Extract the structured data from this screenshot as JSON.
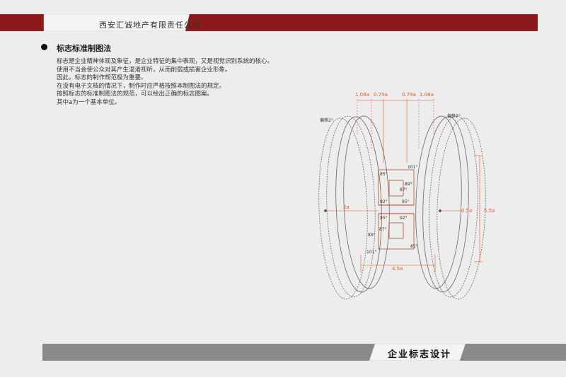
{
  "header": {
    "company": "西安汇诚地产有限责任公司"
  },
  "section": {
    "title": "标志标准制图法"
  },
  "body": {
    "lines": [
      "标志是企业精神体现及象征，是企业特征的集中表现，又是视觉识别系统的核心。",
      "使用不当会使公众对其产生混淆视听，从而削弱或损害企业形象。",
      "因此，标志的制作规范极为重要。",
      "在没有电子文档的情况下，制作时应严格按照本制图法的规定。",
      "按照标志的标准制图法的规范，可以绘出正确的标志图案。",
      "其中a为一个基本单位。"
    ]
  },
  "drawing": {
    "top_dims": [
      "1.08a",
      "0.75a",
      "0.75a",
      "1.08a"
    ],
    "tilt_left": "偏移2°",
    "tilt_right": "偏移2°",
    "angles": [
      "101°",
      "85°",
      "89°",
      "87°",
      "92°",
      "95°",
      "95°",
      "92°",
      "87°",
      "89°",
      "85°",
      "101°"
    ],
    "dim_2a": "2a",
    "dim_05a": "0.5a",
    "dim_55a": "5.5a",
    "dim_45a": "4.5a"
  },
  "footer": {
    "title": "企业标志设计"
  },
  "colors": {
    "accent_red": "#8b1a1a",
    "band_gray": "#8a8a8a",
    "dim_orange": "#e05a1e"
  }
}
